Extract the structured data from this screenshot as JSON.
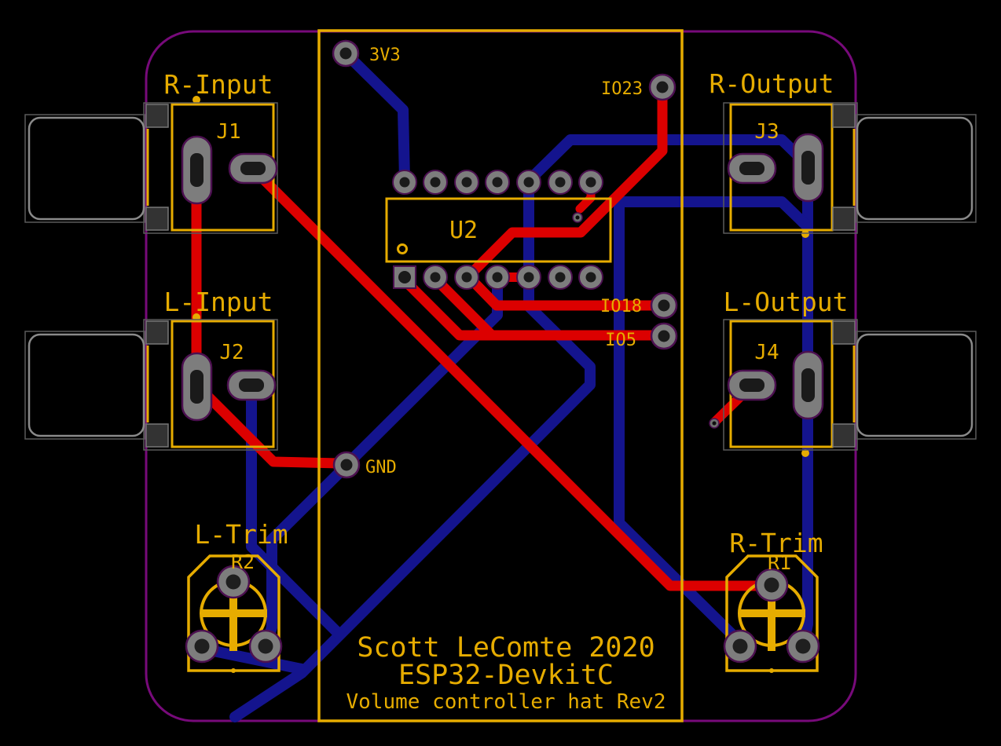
{
  "board": {
    "author_line": "Scott LeComte 2020",
    "module_line": "ESP32-DevkitC",
    "rev_line": "Volume controller hat Rev2"
  },
  "labels": {
    "r_input": "R-Input",
    "l_input": "L-Input",
    "r_output": "R-Output",
    "l_output": "L-Output",
    "l_trim": "L-Trim",
    "r_trim": "R-Trim"
  },
  "refdes": {
    "j1": "J1",
    "j2": "J2",
    "j3": "J3",
    "j4": "J4",
    "u2": "U2",
    "r1": "R1",
    "r2": "R2"
  },
  "net_labels": {
    "v33": "3V3",
    "io23": "IO23",
    "io18": "IO18",
    "io5": "IO5",
    "gnd": "GND"
  },
  "colors": {
    "background": "#000000",
    "board_edge": "#770a7a",
    "silkscreen": "#e6ac00",
    "front_copper": "#dc0000",
    "back_copper": "#14148e",
    "pad_ring": "#7d7d7d",
    "pad_hole": "#1a1a1a",
    "pad_outline": "#4c1050",
    "fab_outline": "#8a8a8a"
  }
}
